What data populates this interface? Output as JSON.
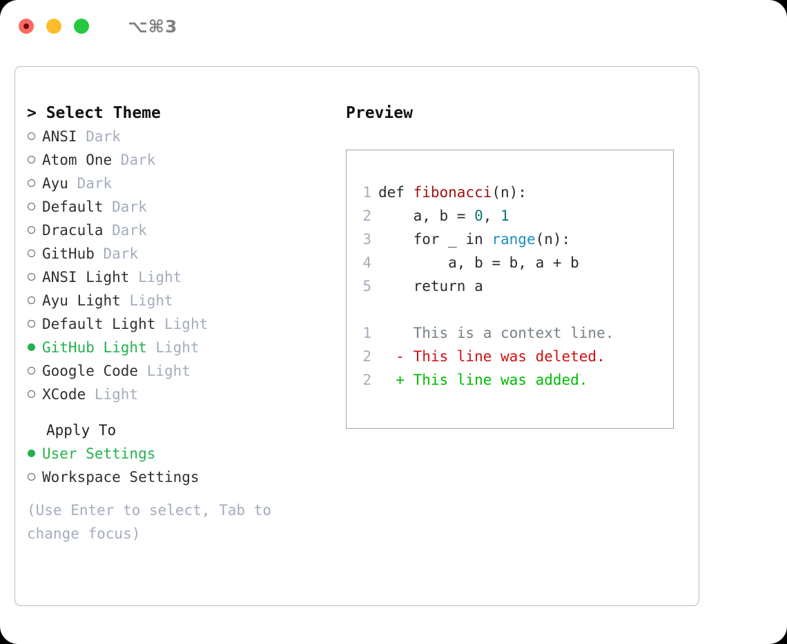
{
  "window": {
    "shortcut_label": "⌥⌘3",
    "traffic_lights": [
      "close",
      "minimize",
      "maximize"
    ]
  },
  "theme_picker": {
    "heading": "> Select Theme",
    "items": [
      {
        "name": "ANSI",
        "tag": "Dark",
        "selected": false
      },
      {
        "name": "Atom One",
        "tag": "Dark",
        "selected": false
      },
      {
        "name": "Ayu",
        "tag": "Dark",
        "selected": false
      },
      {
        "name": "Default",
        "tag": "Dark",
        "selected": false
      },
      {
        "name": "Dracula",
        "tag": "Dark",
        "selected": false
      },
      {
        "name": "GitHub",
        "tag": "Dark",
        "selected": false
      },
      {
        "name": "ANSI Light",
        "tag": "Light",
        "selected": false
      },
      {
        "name": "Ayu Light",
        "tag": "Light",
        "selected": false
      },
      {
        "name": "Default Light",
        "tag": "Light",
        "selected": false
      },
      {
        "name": "GitHub Light",
        "tag": "Light",
        "selected": true
      },
      {
        "name": "Google Code",
        "tag": "Light",
        "selected": false
      },
      {
        "name": "XCode",
        "tag": "Light",
        "selected": false
      }
    ]
  },
  "apply_to": {
    "heading": "Apply To",
    "items": [
      {
        "name": "User Settings",
        "selected": true
      },
      {
        "name": "Workspace Settings",
        "selected": false
      }
    ]
  },
  "hint": "(Use Enter to select, Tab to change focus)",
  "preview": {
    "title": "Preview",
    "code_lines": [
      {
        "no": "1",
        "segments": [
          {
            "t": "def ",
            "c": "plain"
          },
          {
            "t": "fibonacci",
            "c": "fn"
          },
          {
            "t": "(n):",
            "c": "plain"
          }
        ]
      },
      {
        "no": "2",
        "segments": [
          {
            "t": "    a, b = ",
            "c": "plain"
          },
          {
            "t": "0",
            "c": "num"
          },
          {
            "t": ", ",
            "c": "plain"
          },
          {
            "t": "1",
            "c": "num"
          }
        ]
      },
      {
        "no": "3",
        "segments": [
          {
            "t": "    for _ in ",
            "c": "plain"
          },
          {
            "t": "range",
            "c": "call"
          },
          {
            "t": "(n):",
            "c": "plain"
          }
        ]
      },
      {
        "no": "4",
        "segments": [
          {
            "t": "        a, b = b, a + b",
            "c": "plain"
          }
        ]
      },
      {
        "no": "5",
        "segments": [
          {
            "t": "    return a",
            "c": "plain"
          }
        ]
      }
    ],
    "diff_lines": [
      {
        "no": "1",
        "marker": "  ",
        "text": "This is a context line.",
        "kind": "ctx"
      },
      {
        "no": "2",
        "marker": "- ",
        "text": "This line was deleted.",
        "kind": "del"
      },
      {
        "no": "2",
        "marker": "+ ",
        "text": "This line was added.",
        "kind": "add"
      }
    ]
  },
  "colors": {
    "accent_green": "#22b14c",
    "tag_gray": "#a3adbd",
    "diff_deleted": "#cc1111",
    "diff_added": "#00bb00",
    "token_function": "#9c0f0f",
    "token_number": "#0a7a77",
    "token_call": "#1d8dc4",
    "panel_border": "#b6bfcc"
  }
}
